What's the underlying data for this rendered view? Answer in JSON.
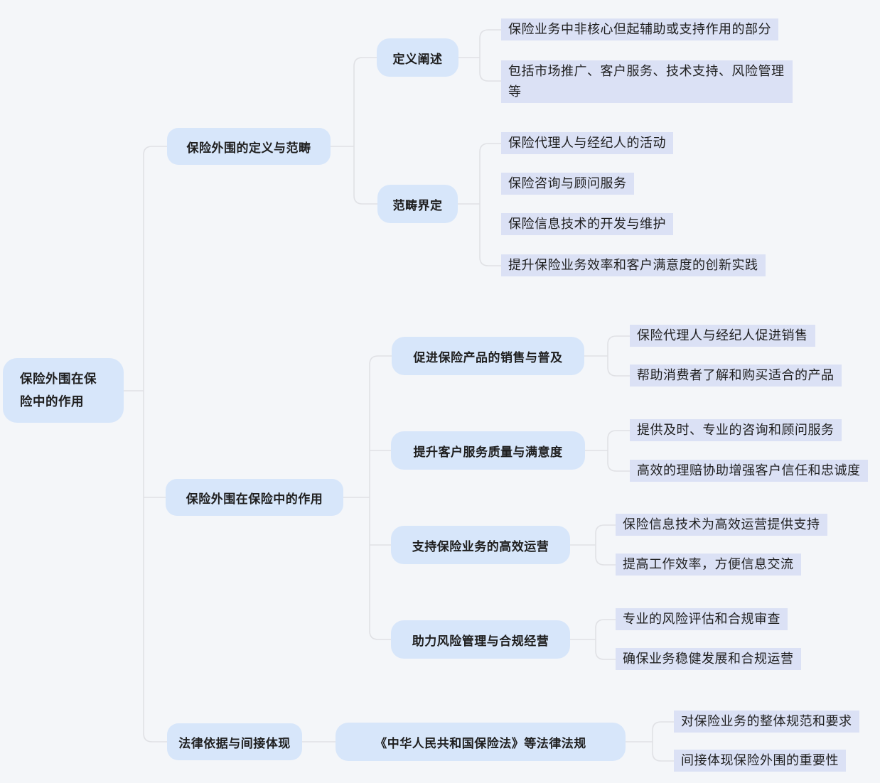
{
  "colors": {
    "background": "#F4F6F9",
    "node_fill": "#D7E6FA",
    "leaf_fill": "#DBE1F5",
    "text": "#1F1F1F",
    "connector": "#E0E1E5"
  },
  "mindmap": {
    "root": {
      "label": "保险外围在保险中的作用"
    },
    "branches": [
      {
        "label": "保险外围的定义与范畴",
        "children": [
          {
            "label": "定义阐述",
            "leaves": [
              "保险业务中非核心但起辅助或支持作用的部分",
              "包括市场推广、客户服务、技术支持、风险管理等"
            ]
          },
          {
            "label": "范畴界定",
            "leaves": [
              "保险代理人与经纪人的活动",
              "保险咨询与顾问服务",
              "保险信息技术的开发与维护",
              "提升保险业务效率和客户满意度的创新实践"
            ]
          }
        ]
      },
      {
        "label": "保险外围在保险中的作用",
        "children": [
          {
            "label": "促进保险产品的销售与普及",
            "leaves": [
              "保险代理人与经纪人促进销售",
              "帮助消费者了解和购买适合的产品"
            ]
          },
          {
            "label": "提升客户服务质量与满意度",
            "leaves": [
              "提供及时、专业的咨询和顾问服务",
              "高效的理赔协助增强客户信任和忠诚度"
            ]
          },
          {
            "label": "支持保险业务的高效运营",
            "leaves": [
              "保险信息技术为高效运营提供支持",
              "提高工作效率，方便信息交流"
            ]
          },
          {
            "label": "助力风险管理与合规经营",
            "leaves": [
              "专业的风险评估和合规审查",
              "确保业务稳健发展和合规运营"
            ]
          }
        ]
      },
      {
        "label": "法律依据与间接体现",
        "children": [
          {
            "label": "《中华人民共和国保险法》等法律法规",
            "leaves": [
              "对保险业务的整体规范和要求",
              "间接体现保险外围的重要性"
            ]
          }
        ]
      }
    ]
  }
}
